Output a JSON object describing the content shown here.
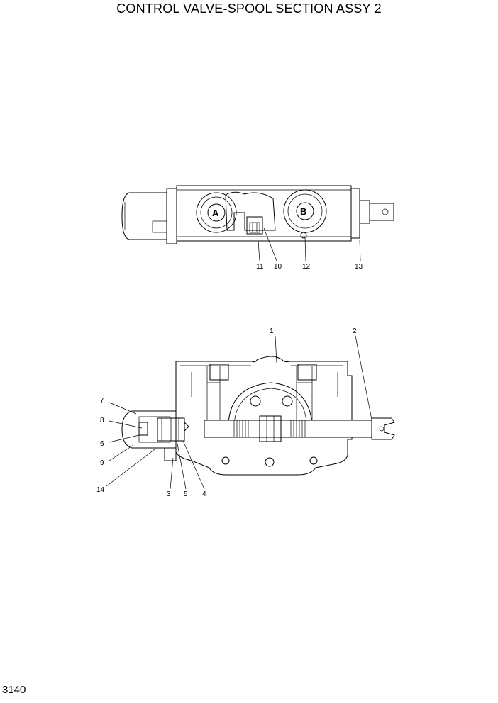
{
  "title": "CONTROL VALVE-SPOOL SECTION ASSY 2",
  "page_number": "3140",
  "top_view": {
    "ports": {
      "a": "A",
      "b": "B"
    },
    "callouts": {
      "c11": "11",
      "c10": "10",
      "c12": "12",
      "c13": "13"
    }
  },
  "section_view": {
    "callouts": {
      "c1": "1",
      "c2": "2",
      "c7": "7",
      "c8": "8",
      "c6": "6",
      "c9": "9",
      "c14": "14",
      "c3": "3",
      "c5": "5",
      "c4": "4"
    }
  }
}
